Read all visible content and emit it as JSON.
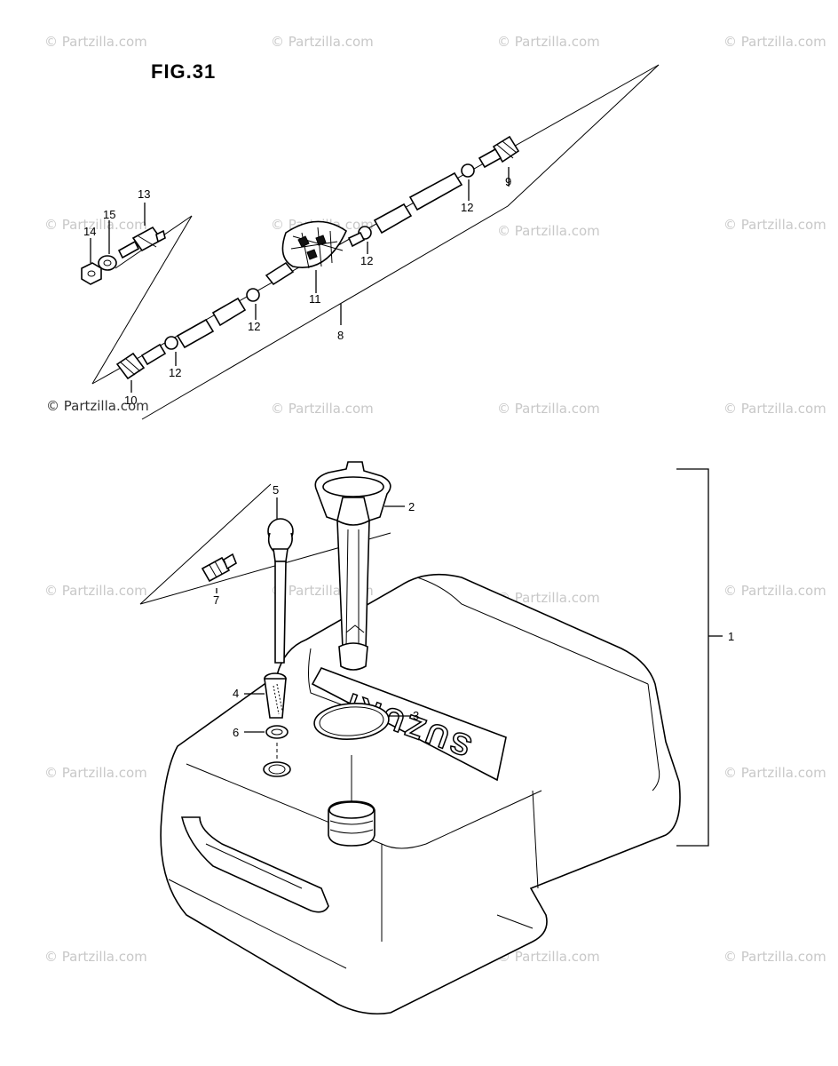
{
  "figure": {
    "title": "FIG.31"
  },
  "watermark": {
    "text": "© Partzilla.com"
  },
  "callouts": {
    "c1": "1",
    "c2": "2",
    "c3": "3",
    "c4": "4",
    "c5": "5",
    "c6": "6",
    "c7": "7",
    "c8": "8",
    "c9": "9",
    "c10": "10",
    "c11": "11",
    "c12a": "12",
    "c12b": "12",
    "c12c": "12",
    "c12d": "12",
    "c13": "13",
    "c14": "14",
    "c15": "15"
  },
  "tank": {
    "brand": "SUZUKI"
  }
}
